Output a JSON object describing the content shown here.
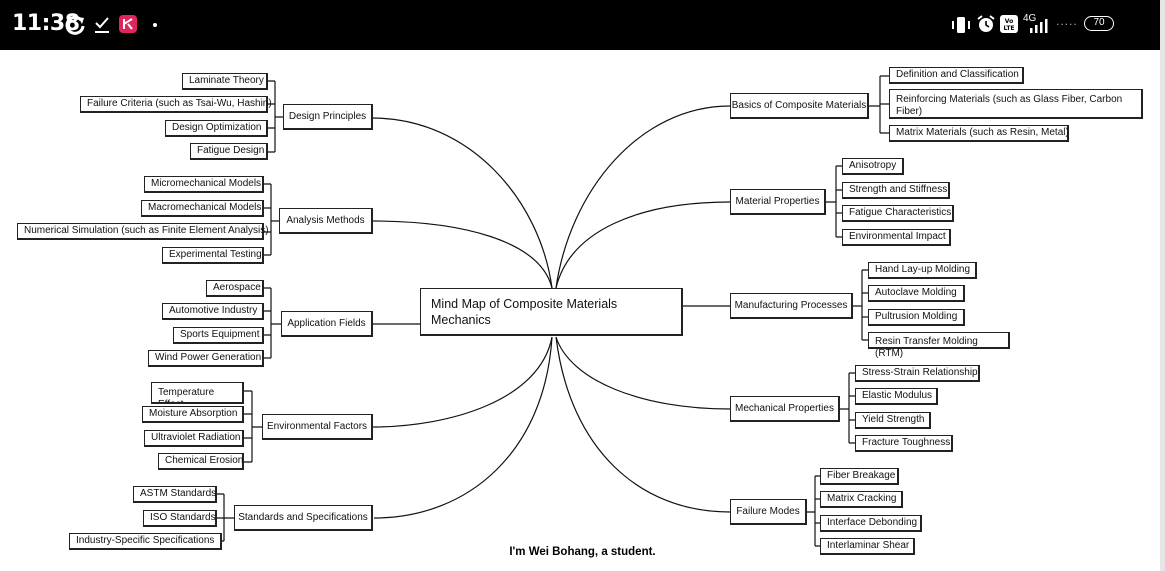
{
  "status_bar": {
    "time": "11:38",
    "network": "4G",
    "battery": "70",
    "icons": [
      "sync-icon",
      "check-icon",
      "app-badge-icon",
      "dot-icon",
      "vibrate-icon",
      "alarm-icon",
      "volte-icon",
      "signal-icon",
      "battery-icon"
    ]
  },
  "mindmap": {
    "root": "Mind Map of Composite Materials Mechanics",
    "left_branches": [
      {
        "label": "Design Principles",
        "children": [
          "Laminate Theory",
          "Failure Criteria (such as Tsai-Wu, Hashin)",
          "Design Optimization",
          "Fatigue Design"
        ]
      },
      {
        "label": "Analysis Methods",
        "children": [
          "Micromechanical Models",
          "Macromechanical Models",
          "Numerical Simulation (such as Finite Element Analysis)",
          "Experimental Testing"
        ]
      },
      {
        "label": "Application Fields",
        "children": [
          "Aerospace",
          "Automotive Industry",
          "Sports Equipment",
          "Wind Power Generation"
        ]
      },
      {
        "label": "Environmental Factors",
        "children": [
          "Temperature Effect",
          "Moisture Absorption",
          "Ultraviolet Radiation",
          "Chemical Erosion"
        ]
      },
      {
        "label": "Standards and Specifications",
        "children": [
          "ASTM Standards",
          "ISO Standards",
          "Industry-Specific Specifications"
        ]
      }
    ],
    "right_branches": [
      {
        "label": "Basics of Composite Materials",
        "children": [
          "Definition and Classification",
          "Reinforcing Materials (such as Glass Fiber, Carbon Fiber)",
          "Matrix Materials (such as Resin, Metal)"
        ]
      },
      {
        "label": "Material Properties",
        "children": [
          "Anisotropy",
          "Strength and Stiffness",
          "Fatigue Characteristics",
          "Environmental Impact"
        ]
      },
      {
        "label": "Manufacturing Processes",
        "children": [
          "Hand Lay-up Molding",
          "Autoclave Molding",
          "Pultrusion Molding",
          "Resin Transfer Molding (RTM)"
        ]
      },
      {
        "label": "Mechanical Properties",
        "children": [
          "Stress-Strain Relationship",
          "Elastic Modulus",
          "Yield Strength",
          "Fracture Toughness"
        ]
      },
      {
        "label": "Failure Modes",
        "children": [
          "Fiber Breakage",
          "Matrix Cracking",
          "Interface Debonding",
          "Interlaminar Shear"
        ]
      }
    ]
  },
  "caption": "I'm Wei Bohang, a student."
}
